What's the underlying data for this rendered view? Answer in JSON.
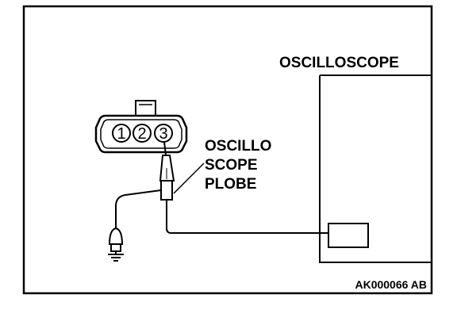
{
  "labels": {
    "oscilloscope": "OSCILLOSCOPE",
    "probe_line1": "OSCILLO",
    "probe_line2": "SCOPE",
    "probe_line3": "PLOBE",
    "reference": "AK000066 AB"
  },
  "connector": {
    "pins": [
      "1",
      "2",
      "3"
    ]
  },
  "colors": {
    "line": "#000000",
    "background": "#ffffff"
  }
}
